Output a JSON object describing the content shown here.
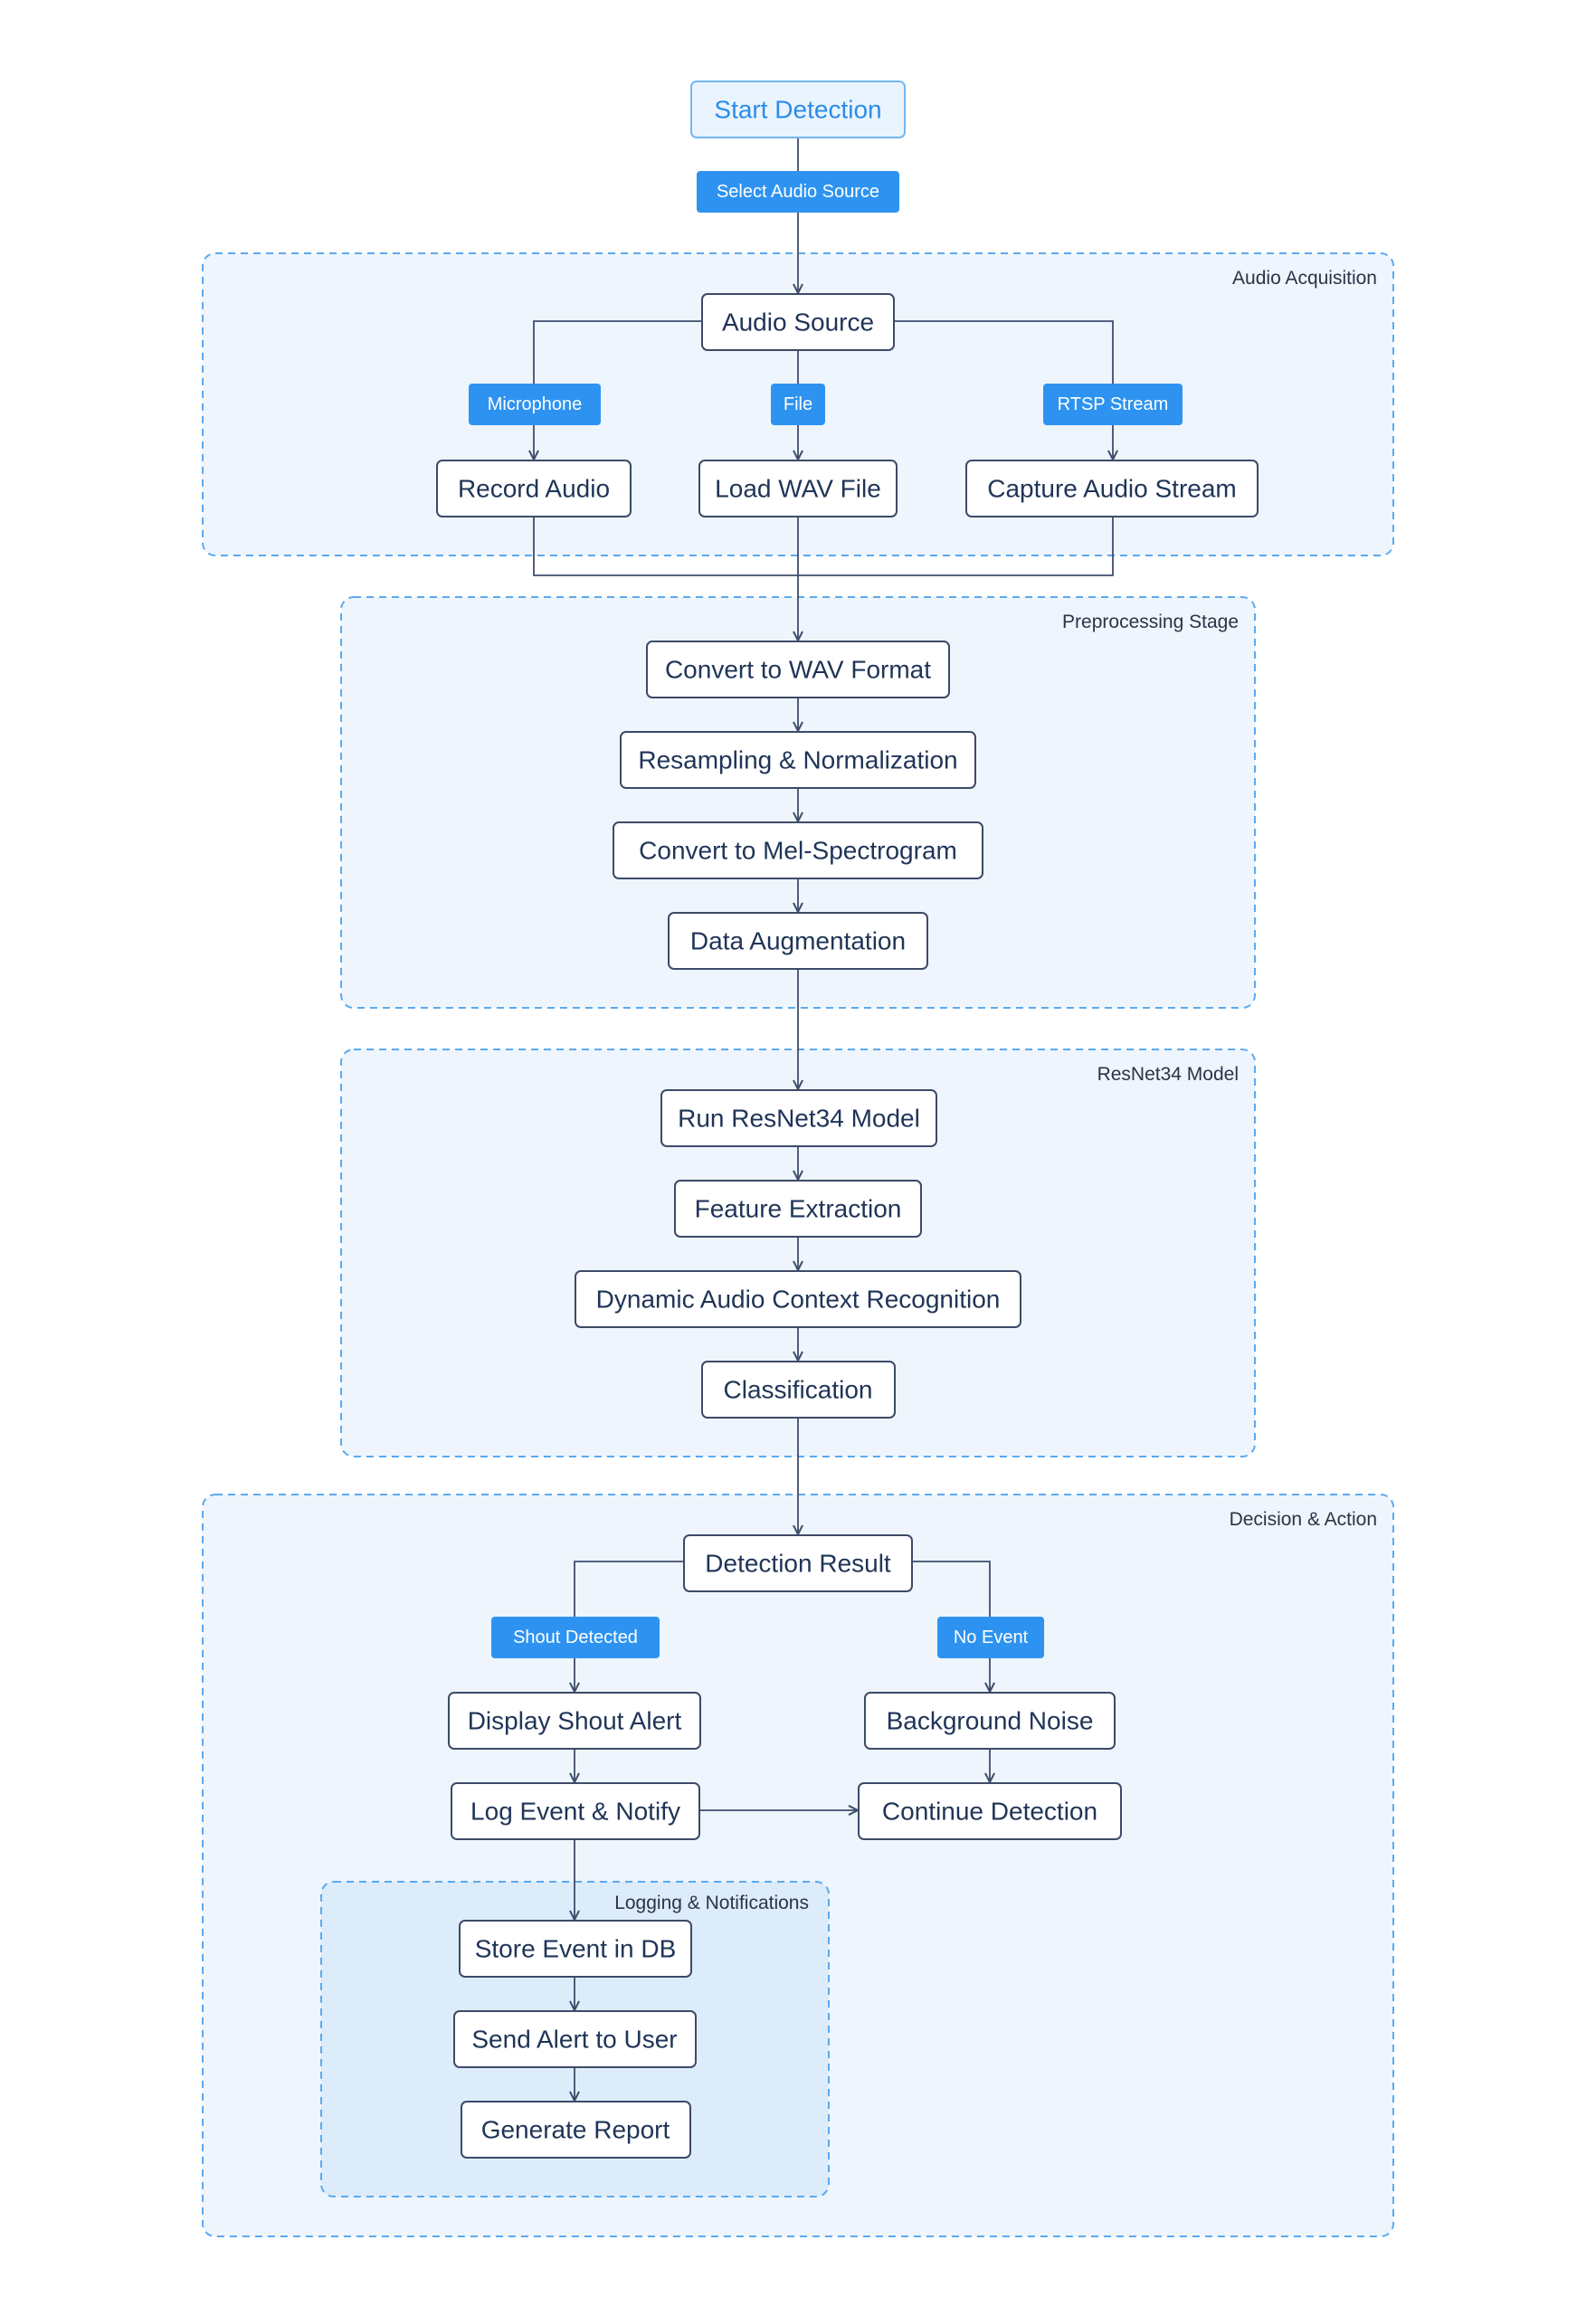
{
  "groups": {
    "audio_acquisition": "Audio Acquisition",
    "preprocessing": "Preprocessing Stage",
    "resnet": "ResNet34 Model",
    "decision": "Decision & Action",
    "logging": "Logging & Notifications"
  },
  "nodes": {
    "start": "Start Detection",
    "audio_source": "Audio Source",
    "record_audio": "Record Audio",
    "load_wav": "Load WAV File",
    "capture_stream": "Capture Audio Stream",
    "convert_wav": "Convert to WAV Format",
    "resampling": "Resampling & Normalization",
    "mel_spectrogram": "Convert to Mel-Spectrogram",
    "augmentation": "Data Augmentation",
    "run_resnet": "Run ResNet34 Model",
    "feature_extraction": "Feature Extraction",
    "context_recognition": "Dynamic Audio Context Recognition",
    "classification": "Classification",
    "detection_result": "Detection Result",
    "display_alert": "Display Shout Alert",
    "background_noise": "Background Noise",
    "log_event": "Log Event & Notify",
    "continue_detection": "Continue Detection",
    "store_event": "Store Event in DB",
    "send_alert": "Send Alert to User",
    "generate_report": "Generate Report"
  },
  "edge_labels": {
    "select_source": "Select Audio Source",
    "microphone": "Microphone",
    "file": "File",
    "rtsp": "RTSP Stream",
    "shout_detected": "Shout Detected",
    "no_event": "No Event"
  },
  "colors": {
    "accent": "#2e93f0",
    "node_border": "#3d4a68",
    "group_fill": "#eef5fd",
    "group_border": "#5aaaf0",
    "inner_group_fill": "#dcecfb"
  }
}
